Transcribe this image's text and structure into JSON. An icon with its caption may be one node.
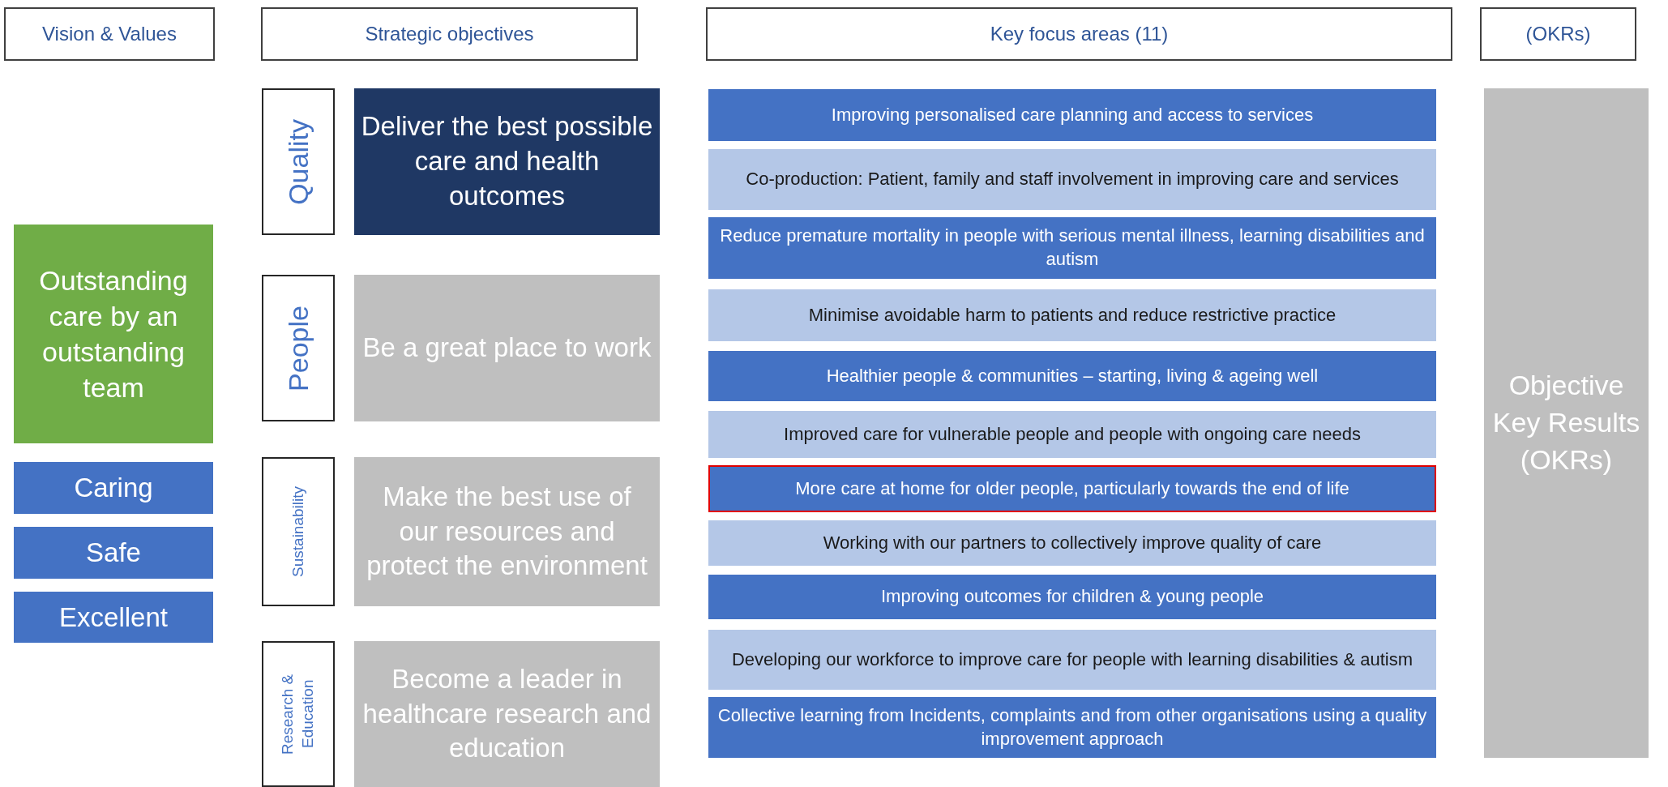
{
  "diagram": {
    "nodes": [
      {
        "text": [
          "Vision & Values"
        ]
      },
      {
        "text": [
          "Strategic objectives"
        ]
      },
      {
        "text": [
          "Key focus areas (11)"
        ]
      },
      {
        "text": [
          "(OKRs)"
        ]
      },
      {
        "text": [
          "Outstanding care by an outstanding team"
        ]
      },
      {
        "text": [
          "Caring"
        ]
      },
      {
        "text": [
          "Safe"
        ]
      },
      {
        "text": [
          "Excellent"
        ]
      },
      {
        "text": [
          "Quality"
        ]
      },
      {
        "text": [
          "Deliver the best possible care and health outcomes"
        ]
      },
      {
        "text": [
          "People"
        ]
      },
      {
        "text": [
          "Be a great place to work"
        ]
      },
      {
        "text": [
          "Sustainability"
        ]
      },
      {
        "text": [
          "Make the best use of our resources and protect the environment"
        ]
      },
      {
        "text": [
          "Research & Education"
        ]
      },
      {
        "text": [
          "Become a leader in healthcare research and education"
        ]
      },
      {
        "text": [
          "Improving personalised care planning and access to services"
        ]
      },
      {
        "text": [
          "Co-production: Patient, family and staff involvement in improving care and services"
        ]
      },
      {
        "text": [
          "Reduce premature mortality in people with serious mental illness, learning disabilities and autism"
        ]
      },
      {
        "text": [
          "Minimise avoidable harm to patients and reduce restrictive practice"
        ]
      },
      {
        "text": [
          "Healthier people & communities – starting, living & ageing well"
        ]
      },
      {
        "text": [
          "Improved care for vulnerable people and people with ongoing care needs"
        ]
      },
      {
        "text": [
          "More care at home for older people, particularly towards the end of life"
        ]
      },
      {
        "text": [
          "Working with our partners to collectively improve quality of care"
        ]
      },
      {
        "text": [
          "Improving outcomes for children & young people"
        ]
      },
      {
        "text": [
          "Developing our workforce to improve care for people with learning disabilities & autism"
        ]
      },
      {
        "text": [
          "Collective learning from Incidents, complaints and from other organisations using a quality improvement approach"
        ]
      },
      {
        "text": [
          "Objective Key Results (OKRs)"
        ]
      }
    ]
  }
}
